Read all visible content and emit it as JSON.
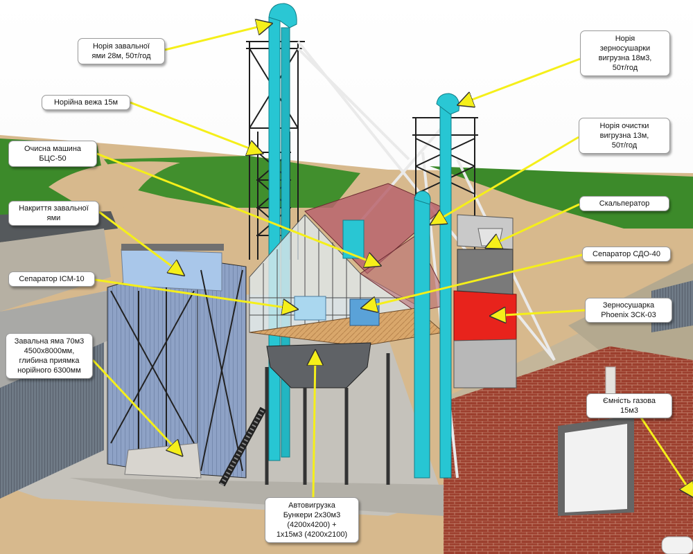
{
  "colors": {
    "ground_sand": "#d9b98c",
    "grass": "#3f8a2c",
    "elevator_cyan": "#29c6d3",
    "dryer_red": "#e8231c",
    "brick": "#9a3d2c",
    "roof_red": "#b0535a",
    "steel_frame": "#2a2a2a",
    "pit_blue": "#8fa3c4",
    "callout_arrow": "#f5ef1a"
  },
  "callouts": [
    {
      "id": "pit-elevator",
      "text": "Норія завальної\nями 28м, 50т/год"
    },
    {
      "id": "elevator-tower",
      "text": "Норійна вежа 15м"
    },
    {
      "id": "cleaning-machine",
      "text": "Очисна машина\nБЦС-50"
    },
    {
      "id": "pit-cover",
      "text": "Накриття завальної\nями"
    },
    {
      "id": "separator-ism",
      "text": "Сепаратор ІСМ-10"
    },
    {
      "id": "intake-pit",
      "text": "Завальна яма 70м3\n4500х8000мм,\nглибина приямка\nнорійного 6300мм"
    },
    {
      "id": "truck-loading",
      "text": "Автовигрузка\nБункери 2х30м3\n(4200х4200) +\n1х15м3 (4200х2100)"
    },
    {
      "id": "dryer-elevator",
      "text": "Норія\nзерносушарки\nвигрузна 18м3,\n50т/год"
    },
    {
      "id": "cleaning-elevator",
      "text": "Норія очистки\nвигрузна 13м,\n50т/год"
    },
    {
      "id": "scalperator",
      "text": "Скальператор"
    },
    {
      "id": "separator-sdo",
      "text": "Сепаратор СДО-40"
    },
    {
      "id": "grain-dryer",
      "text": "Зерносушарка\nPhoenix ЗСК-03"
    },
    {
      "id": "gas-tank",
      "text": "Ємність газова\n15м3"
    }
  ]
}
